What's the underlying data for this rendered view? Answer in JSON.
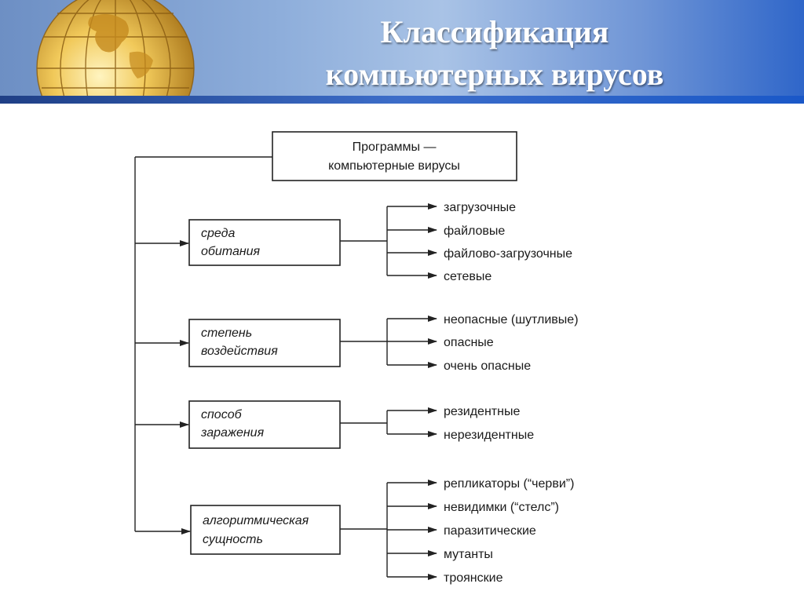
{
  "header": {
    "title_line1": "Классификация",
    "title_line2": "компьютерных вирусов",
    "logo_icon": "globe-icon"
  },
  "diagram": {
    "root": {
      "line1": "Программы —",
      "line2": "компьютерные вирусы"
    },
    "categories": [
      {
        "line1": "среда",
        "line2": "обитания",
        "items": [
          "загрузочные",
          "файловые",
          "файлово-загрузочные",
          "сетевые"
        ]
      },
      {
        "line1": "степень",
        "line2": "воздействия",
        "items": [
          "неопасные (шутливые)",
          "опасные",
          "очень опасные"
        ]
      },
      {
        "line1": "способ",
        "line2": "заражения",
        "items": [
          "резидентные",
          "нерезидентные"
        ]
      },
      {
        "line1": "алгоритмическая",
        "line2": "сущность",
        "items": [
          "репликаторы (“черви”)",
          "невидимки (“стелс”)",
          "паразитические",
          "мутанты",
          "троянские"
        ]
      }
    ]
  },
  "colors": {
    "header_blue": "#2f66c9",
    "header_light": "#a9c3e6",
    "band_dark": "#1f3f86",
    "globe_gold": "#e2b53a"
  }
}
